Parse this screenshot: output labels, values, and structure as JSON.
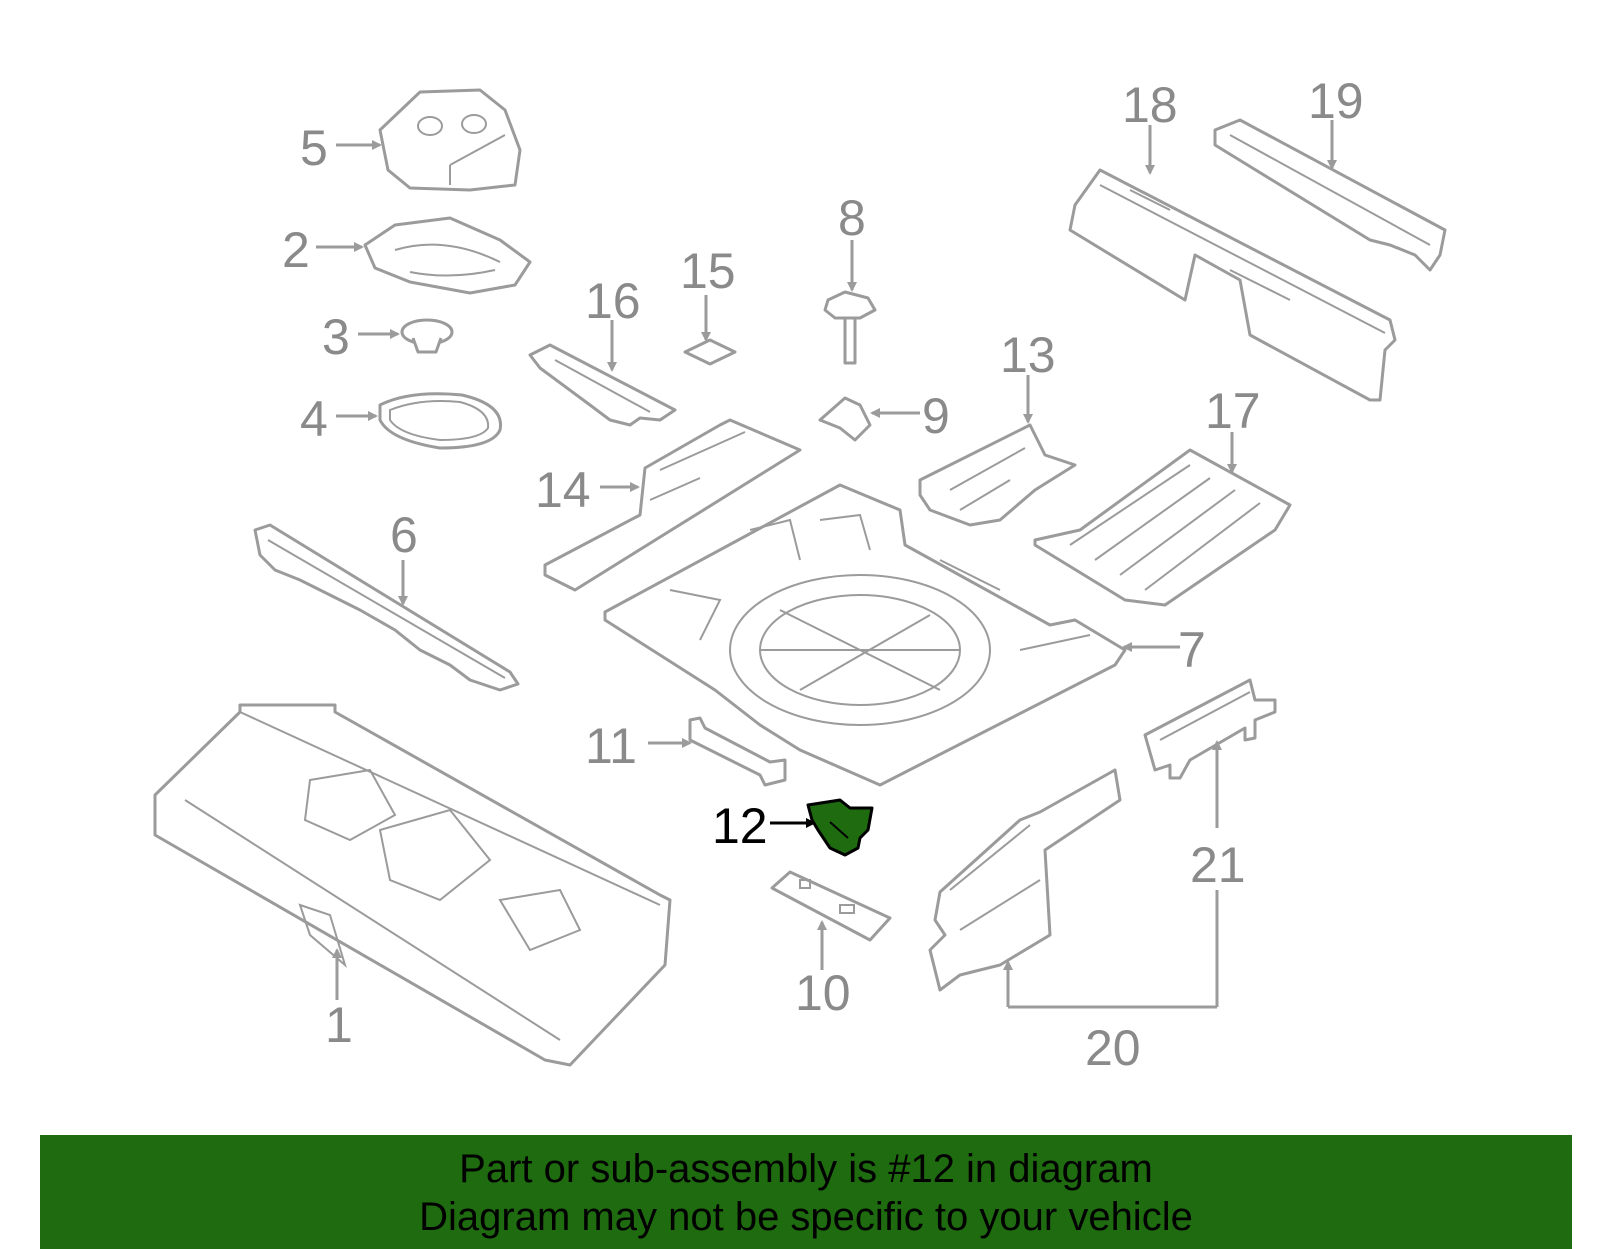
{
  "diagram": {
    "callouts": [
      "1",
      "2",
      "3",
      "4",
      "5",
      "6",
      "7",
      "8",
      "9",
      "10",
      "11",
      "12",
      "13",
      "14",
      "15",
      "16",
      "17",
      "18",
      "19",
      "20",
      "21"
    ],
    "highlighted_callout": "12",
    "colors": {
      "line": "#9b9b9b",
      "label": "#8a8a8a",
      "highlight": "#1f6b10",
      "highlight_label": "#000000"
    }
  },
  "banner": {
    "line1": "Part or sub-assembly is #12 in diagram",
    "line2": "Diagram may not be specific to your vehicle",
    "background": "#1f6b10"
  }
}
